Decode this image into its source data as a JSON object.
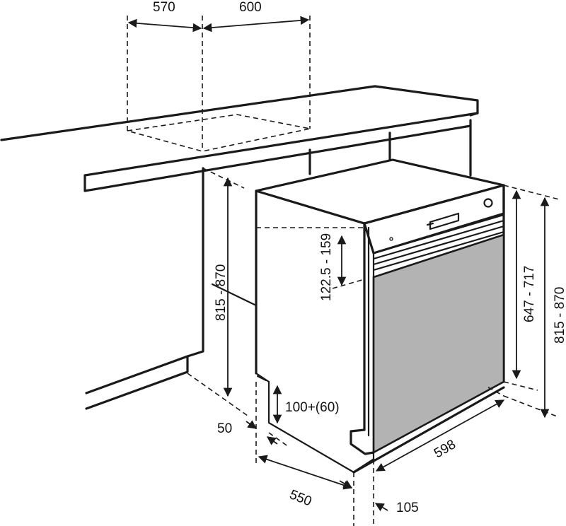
{
  "colors": {
    "line": "#1a1a1a",
    "door_panel": "#b3b3b3",
    "background": "#ffffff"
  },
  "dimensions": {
    "countertop_gap_width": "570",
    "appliance_width_top": "600",
    "niche_height": "815 - 870",
    "panel_height": "122.5 - 159",
    "plinth_height": "100+(60)",
    "plinth_setback": "50",
    "cabinet_depth": "550",
    "door_front_width": "598",
    "door_height": "647 - 717",
    "total_height": "815 - 870",
    "front_offset": "105"
  }
}
